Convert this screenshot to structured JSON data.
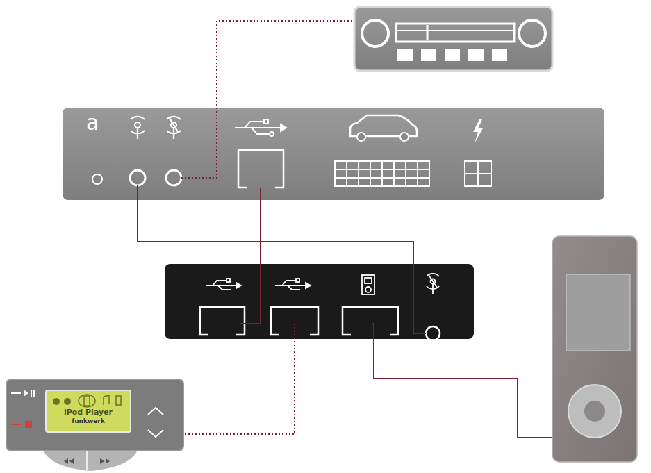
{
  "diagram": {
    "nodes": [
      {
        "text": [
          "iPod Player",
          "funkwerk"
        ]
      }
    ],
    "labels": [
      "a"
    ]
  }
}
